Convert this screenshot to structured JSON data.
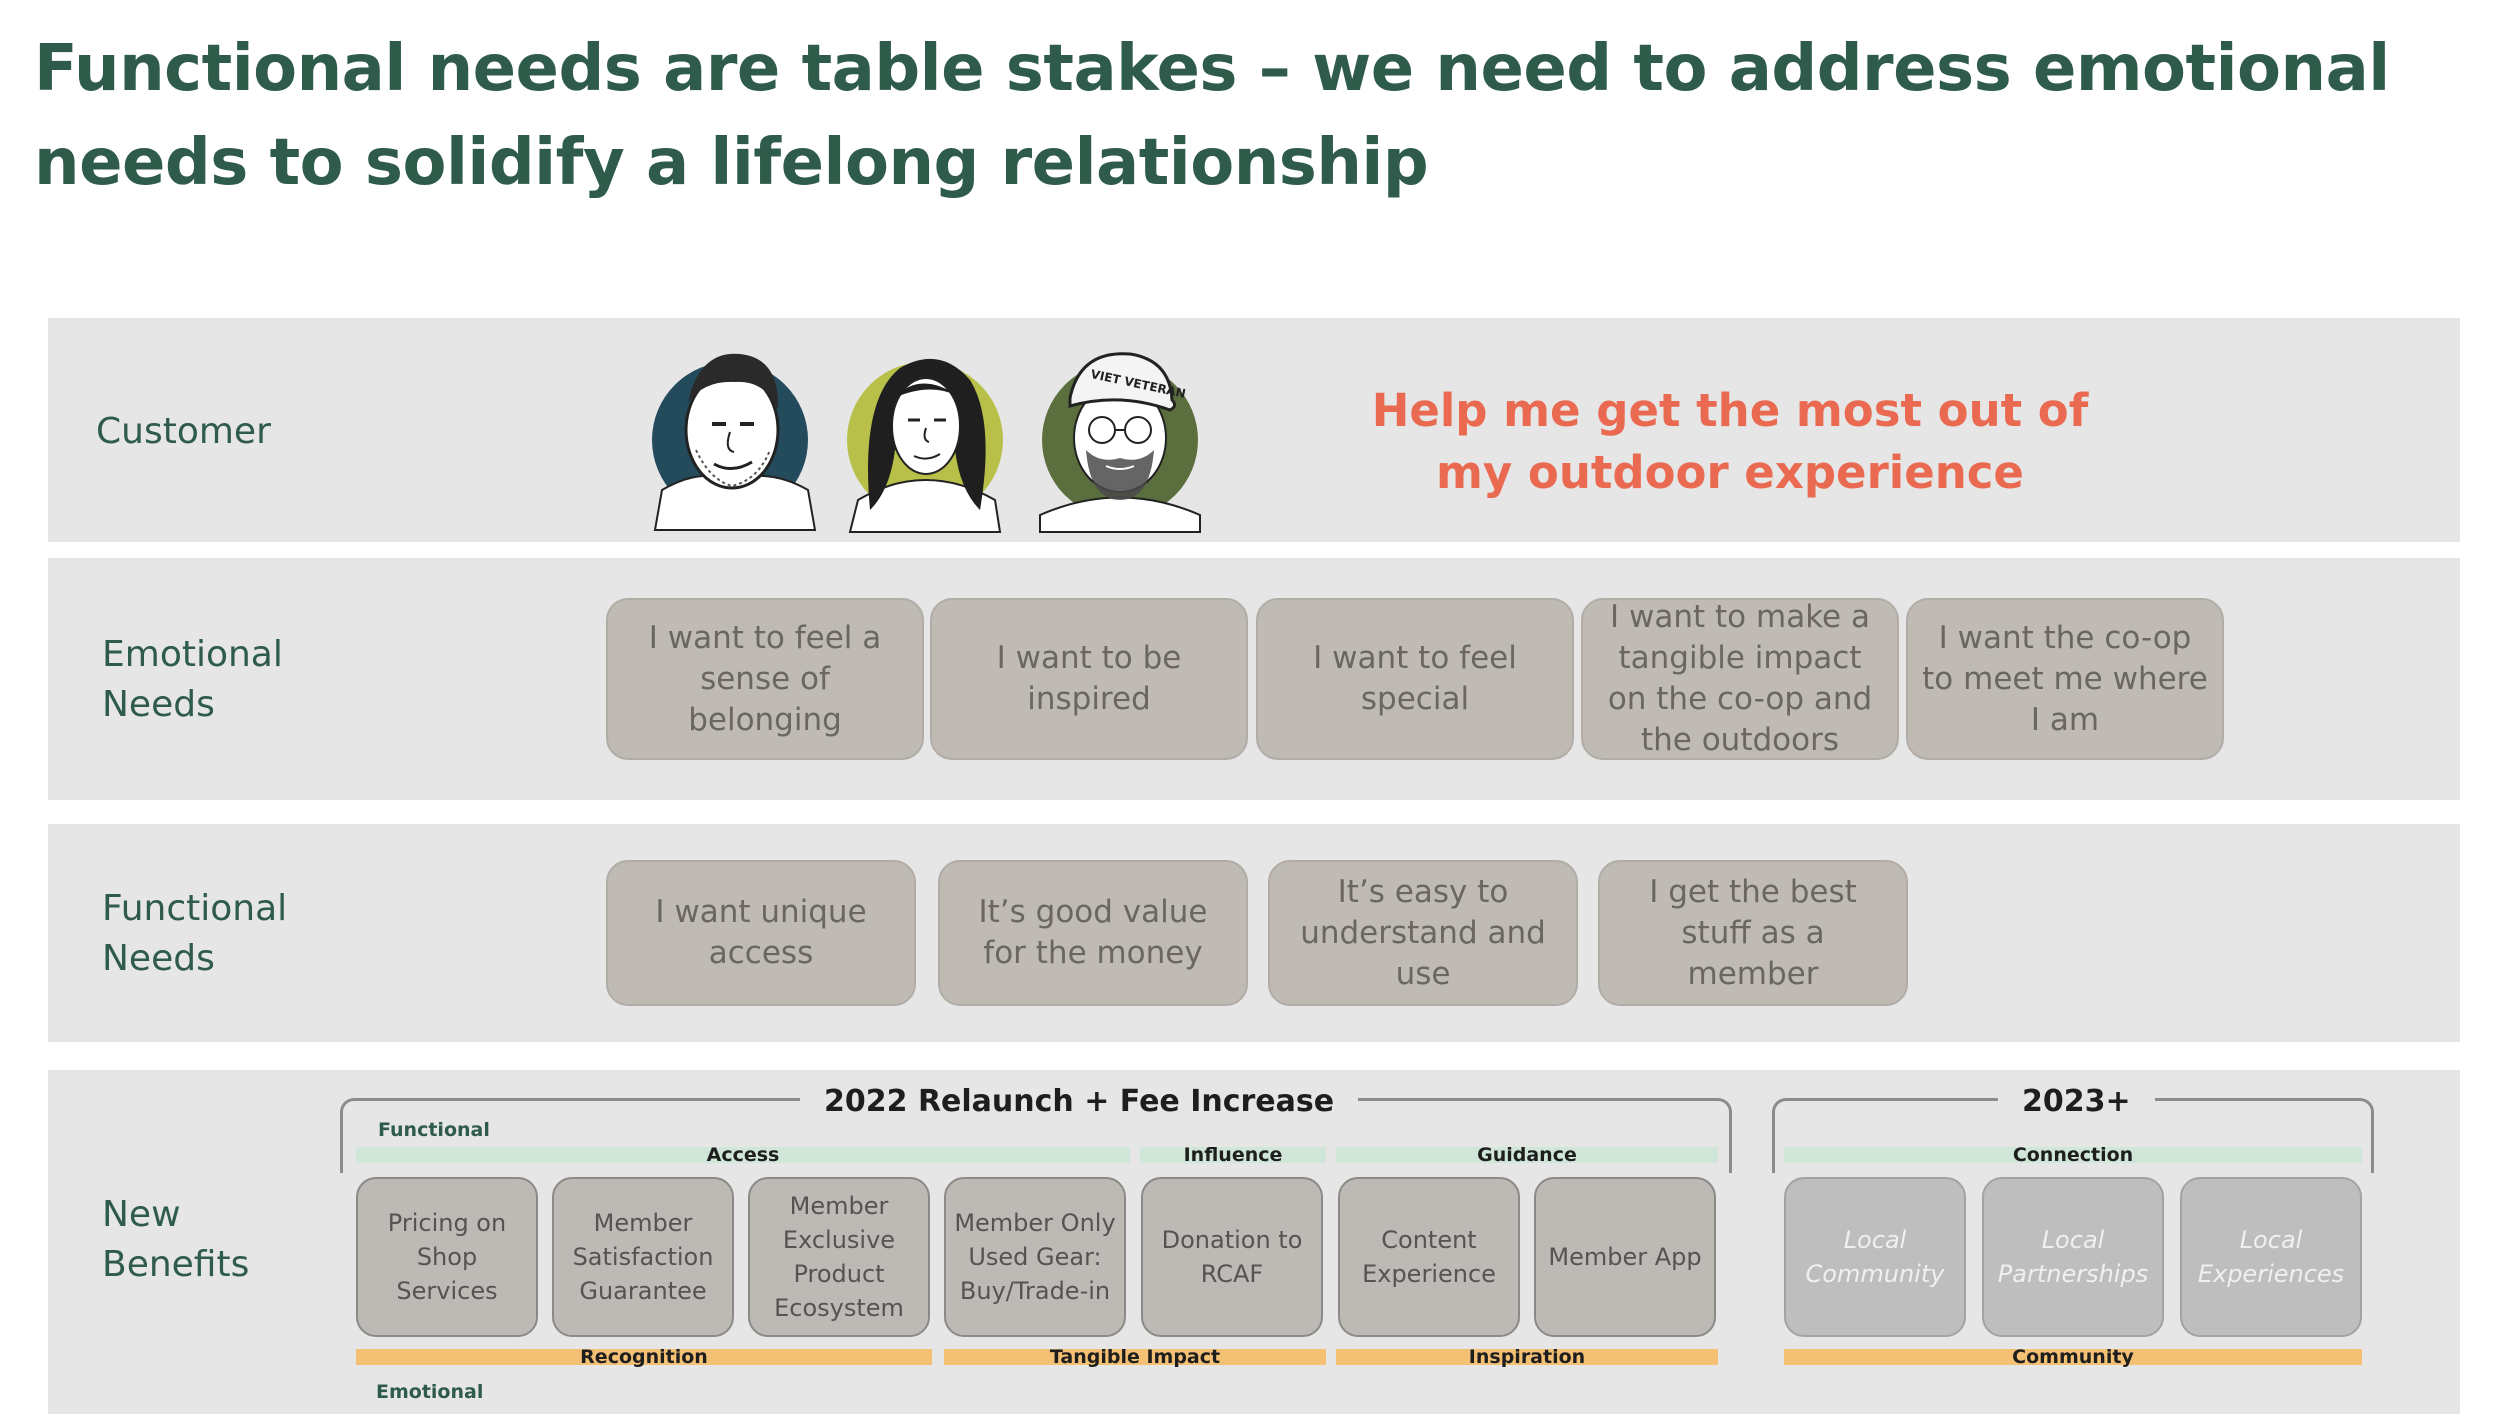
{
  "title": "Functional needs are table stakes – we need to address emotional needs to solidify a lifelong relationship",
  "customer": {
    "label": "Customer",
    "headline": "Help me get the most out of my outdoor experience",
    "avatars": [
      {
        "icon": "young-man-portrait-icon",
        "accent": "#234b5c"
      },
      {
        "icon": "woman-portrait-icon",
        "accent": "#b9c04a"
      },
      {
        "icon": "veteran-man-portrait-icon",
        "accent": "#5b6f3e",
        "cap_text": "VIET VETERAN"
      }
    ]
  },
  "emotional": {
    "label": "Emotional Needs",
    "items": [
      "I want to feel a sense of belonging",
      "I want to be inspired",
      "I want to feel special",
      "I want to make a tangible impact on the co-op and the outdoors",
      "I want the co-op to meet me where I am"
    ]
  },
  "functional": {
    "label": "Functional Needs",
    "items": [
      "I want unique access",
      "It’s good value for the money",
      "It’s easy to understand and use",
      "I get the best stuff as a member"
    ]
  },
  "benefits": {
    "label": "New Benefits",
    "functional_label": "Functional",
    "emotional_label": "Emotional",
    "groups": [
      {
        "title": "2022 Relaunch + Fee Increase"
      },
      {
        "title": "2023+"
      }
    ],
    "top_categories": [
      "Access",
      "Influence",
      "Guidance",
      "Connection"
    ],
    "bottom_categories": [
      "Recognition",
      "Tangible Impact",
      "Inspiration",
      "Community"
    ],
    "items": [
      "Pricing on Shop Services",
      "Member Satisfaction Guarantee",
      "Member Exclusive Product Ecosystem",
      "Member Only Used Gear: Buy/Trade-in",
      "Donation to RCAF",
      "Content Experience",
      "Member  App",
      "Local Community",
      "Local Partnerships",
      "Local Experiences"
    ]
  },
  "colors": {
    "title": "#2f5b4b",
    "headline": "#e96a50",
    "band": "#e6e6e6",
    "pill": "#bfbbb4",
    "top_category": "#cfe6d8",
    "bottom_category": "#f3c074"
  }
}
